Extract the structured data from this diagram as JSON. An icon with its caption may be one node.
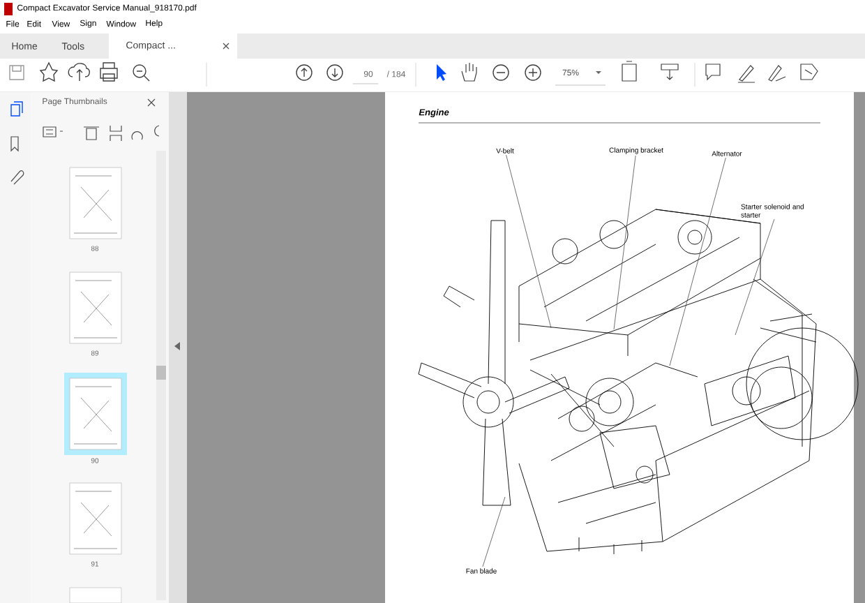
{
  "diagram": {
    "title": "Engine",
    "nodes": [
      {
        "text": [
          "V-belt"
        ]
      },
      {
        "text": [
          "Clamping bracket"
        ]
      },
      {
        "text": [
          "Alternator"
        ]
      },
      {
        "text": [
          "Starter solenoid and starter"
        ]
      },
      {
        "text": [
          "Fan blade"
        ]
      }
    ],
    "edges": [
      {
        "from": 0,
        "to": null,
        "arrow": "none"
      },
      {
        "from": 1,
        "to": null,
        "arrow": "none"
      },
      {
        "from": 2,
        "to": null,
        "arrow": "none"
      },
      {
        "from": 3,
        "to": null,
        "arrow": "none"
      },
      {
        "from": 4,
        "to": null,
        "arrow": "none"
      }
    ],
    "labels": [
      "Compact Excavator Service Manual_918170.pdf",
      "File",
      "Edit",
      "View",
      "Sign",
      "Window",
      "Help",
      "Home",
      "Tools",
      "Compact ...",
      "90",
      "/ 184",
      "75%",
      "Page Thumbnails",
      "88",
      "89",
      "90",
      "91"
    ]
  }
}
